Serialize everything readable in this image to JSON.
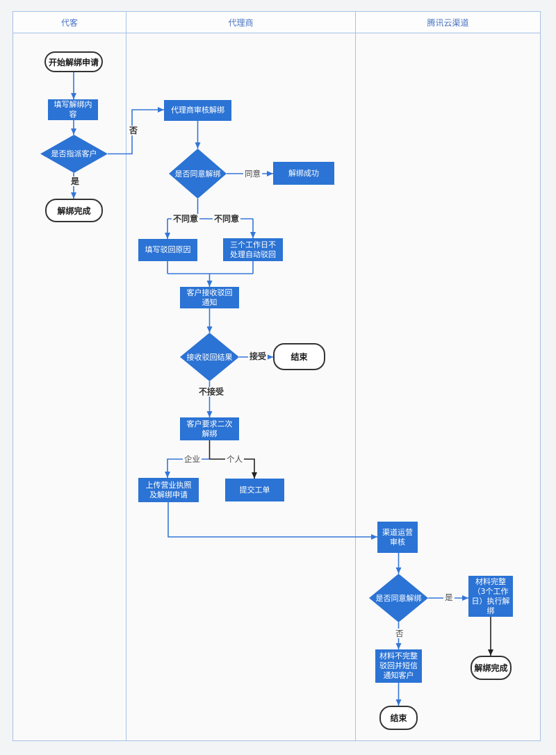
{
  "lanes": [
    {
      "label": "代客"
    },
    {
      "label": "代理商"
    },
    {
      "label": "腾讯云渠道"
    }
  ],
  "nodes": {
    "start": "开始解绑申请",
    "fill_content": "填写解绑内容",
    "assign_customer": "是否指派客户",
    "unbind_done_agent": "解绑完成",
    "agent_review": "代理商审核解绑",
    "agree_unbind": "是否同意解绑",
    "unbind_success": "解绑成功",
    "fill_reject_reason": "填写驳回原因",
    "auto_reject": "三个工作日不处理自动驳回",
    "receive_notice": "客户接收驳回通知",
    "receive_result": "接收驳回结果",
    "end_agent": "结束",
    "second_unbind": "客户要求二次解绑",
    "upload_license": "上传营业执照及解绑申请",
    "submit_ticket": "提交工单",
    "channel_review": "渠道运营审核",
    "channel_agree": "是否同意解绑",
    "material_complete": "材料完整（3个工作日）执行解绑",
    "material_incomplete": "材料不完整驳回并短信通知客户",
    "unbind_done_channel": "解绑完成",
    "end_channel": "结束"
  },
  "edge_labels": {
    "no": "否",
    "yes": "是",
    "agree": "同意",
    "disagree_left": "不同意",
    "disagree_right": "不同意",
    "accept": "接受",
    "not_accept": "不接受",
    "enterprise": "企业",
    "personal": "个人",
    "yes2": "是",
    "no2": "否"
  },
  "colors": {
    "shape_blue": "#2b73d4",
    "line_blue": "#3476d8",
    "line_black": "#222222",
    "lane_border": "#a6c1e6",
    "header_text": "#4a76c4"
  }
}
